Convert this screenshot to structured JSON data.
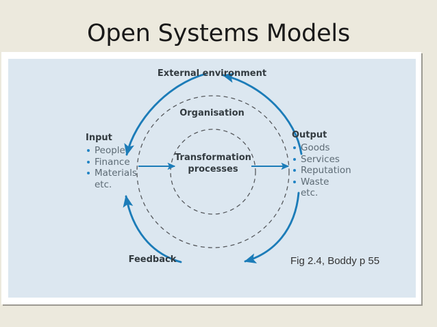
{
  "slide": {
    "title": "Open Systems Models"
  },
  "figure": {
    "labels": {
      "external_environment": "External environment",
      "organisation": "Organisation",
      "transformation": "Transformation processes",
      "feedback": "Feedback"
    },
    "input": {
      "heading": "Input",
      "items": [
        "People",
        "Finance",
        "Materials"
      ],
      "trailing": "etc."
    },
    "output": {
      "heading": "Output",
      "items": [
        "Goods",
        "Services",
        "Reputation",
        "Waste"
      ],
      "trailing": "etc."
    },
    "citation": "Fig 2.4, Boddy p 55",
    "colors": {
      "panel_background": "#dce7f0",
      "slide_background": "#ece9dd",
      "arrow_blue": "#1c7cb8",
      "bullet_blue": "#2083c4",
      "heading_text": "#333b40",
      "list_text": "#5d6b75",
      "dashed_circle": "#55585c"
    }
  }
}
